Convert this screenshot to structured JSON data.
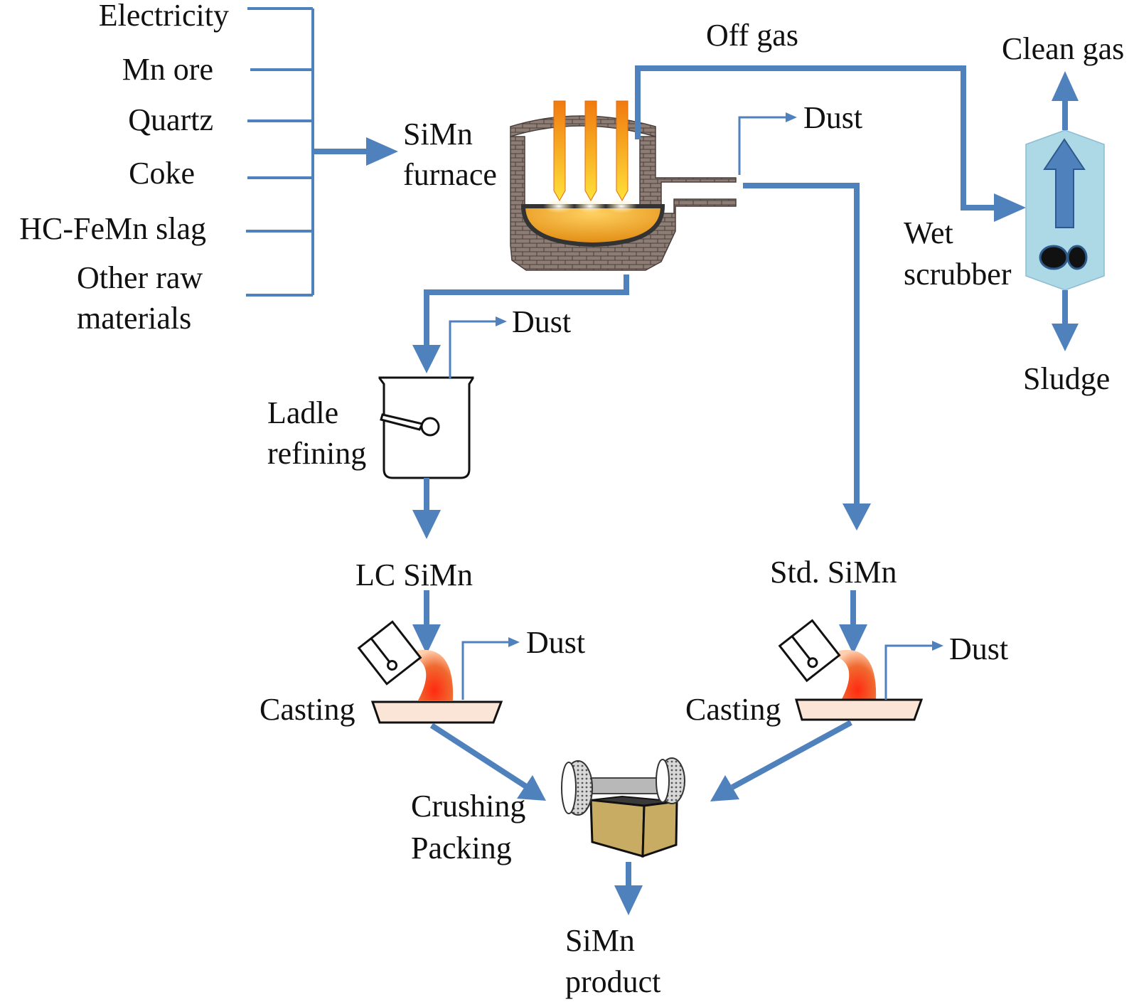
{
  "colors": {
    "arrow": "#4f81bd",
    "brick": "#8a7a72",
    "brick_line": "#4a3f3a",
    "melt": "#e8a020",
    "electrode": "#f5a21a",
    "scrubber_body": "#add8e6",
    "mould_fill": "#fbe5d6",
    "flame": "#e8301a",
    "crate": "#c9ac63"
  },
  "inputs": {
    "electricity": "Electricity",
    "mn_ore": "Mn ore",
    "quartz": "Quartz",
    "coke": "Coke",
    "hc_femn_slag": "HC-FeMn slag",
    "other_line1": "Other raw",
    "other_line2": "materials"
  },
  "furnace": {
    "line1": "SiMn",
    "line2": "furnace"
  },
  "off_gas": "Off gas",
  "dust_labels": {
    "furnace": "Dust",
    "ladle": "Dust",
    "casting_left": "Dust",
    "casting_right": "Dust"
  },
  "scrubber": {
    "line1": "Wet",
    "line2": "scrubber",
    "clean_gas": "Clean gas",
    "sludge": "Sludge"
  },
  "ladle": {
    "line1": "Ladle",
    "line2": "refining"
  },
  "products": {
    "lc": "LC SiMn",
    "std": "Std. SiMn"
  },
  "casting": {
    "left": "Casting",
    "right": "Casting"
  },
  "crushing": {
    "line1": "Crushing",
    "line2": "Packing"
  },
  "final": {
    "line1": "SiMn",
    "line2": "product"
  }
}
